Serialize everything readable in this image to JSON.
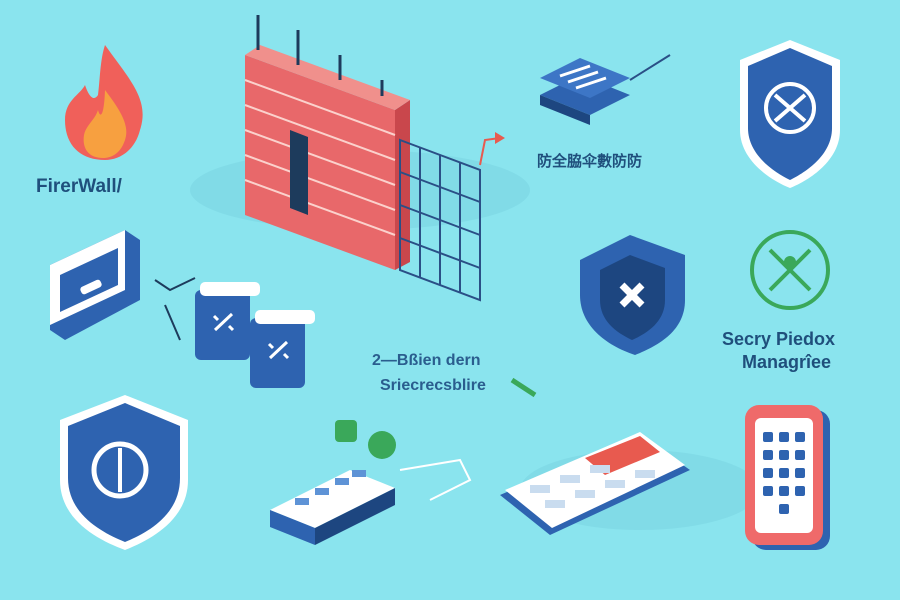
{
  "labels": {
    "firewall": "FirerWall/",
    "chinese": "防全脇伞數防防",
    "middle_line1": "2—Bßien dern",
    "middle_line2": "Sriecrecsblire",
    "manager_line1": "Secry Piedox",
    "manager_line2": "Managrîee"
  },
  "colors": {
    "background": "#8ae4ee",
    "brick": "#e8686a",
    "shield_blue": "#2e63b0",
    "text": "#1f4f7c",
    "accent_green": "#3aa85a",
    "accent_red": "#e85a4f"
  }
}
